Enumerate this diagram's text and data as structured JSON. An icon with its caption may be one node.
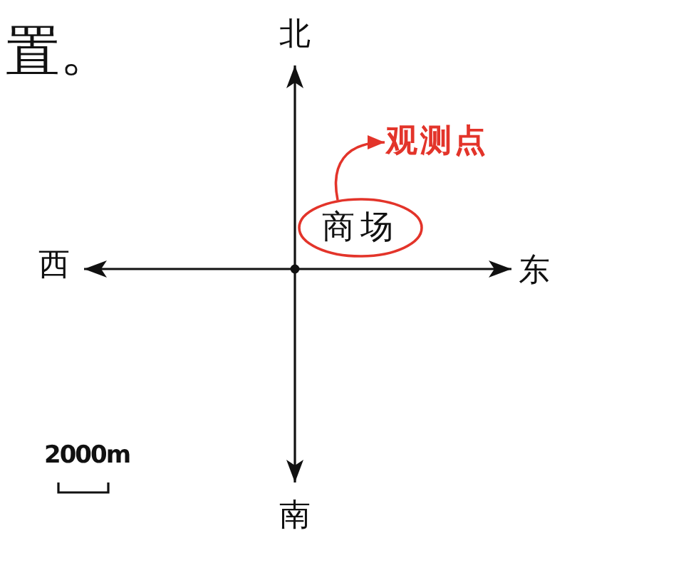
{
  "diagram": {
    "nodes": [
      {
        "text": [
          "观测点"
        ]
      },
      {
        "text": [
          "商场"
        ]
      }
    ],
    "edges": [
      {
        "from": 1,
        "to": 0,
        "arrow": "to",
        "color": "#e3342a"
      }
    ],
    "labels": [
      "置。",
      "北",
      "西",
      "东",
      "2000m",
      "南"
    ]
  }
}
